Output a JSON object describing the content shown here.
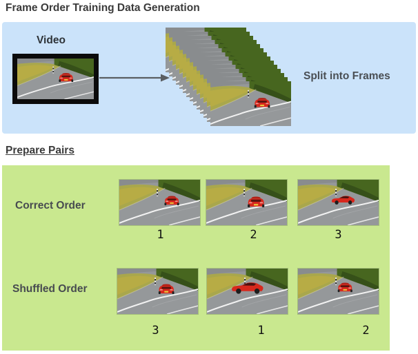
{
  "title": "Frame Order Training Data Generation",
  "video_panel": {
    "video_label": "Video",
    "split_label": "Split into Frames",
    "arrow_icon": "arrow-right-icon"
  },
  "pairs": {
    "heading": "Prepare Pairs",
    "rows": [
      {
        "label": "Correct Order",
        "frame_numbers": [
          "1",
          "2",
          "3"
        ]
      },
      {
        "label": "Shuffled Order",
        "frame_numbers": [
          "3",
          "1",
          "2"
        ]
      }
    ]
  },
  "colors": {
    "panel_blue": "#cbe3fa",
    "panel_green": "#c9e88f",
    "text_dark": "#3b3f44",
    "arrow_gray": "#5a5e62",
    "car_red": "#d7281d"
  }
}
